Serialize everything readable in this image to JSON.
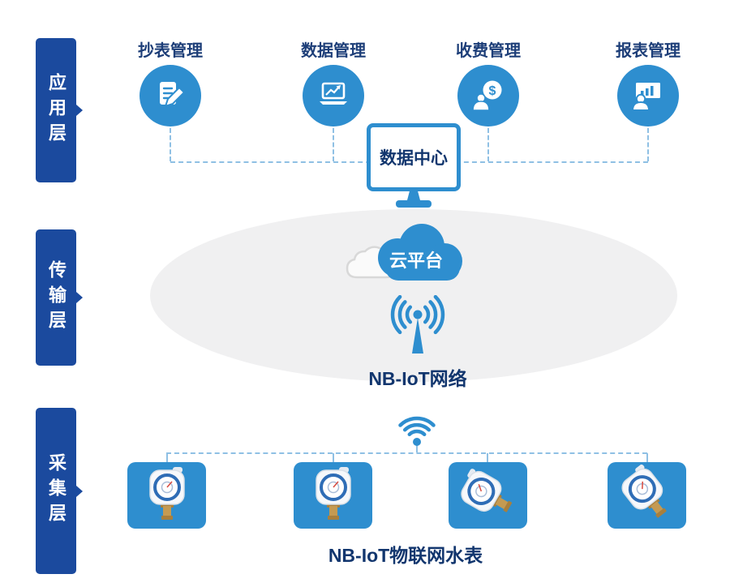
{
  "layers": [
    {
      "label": "应用层"
    },
    {
      "label": "传输层"
    },
    {
      "label": "采集层"
    }
  ],
  "applications": [
    {
      "label": "抄表管理",
      "icon": "document-pencil-icon"
    },
    {
      "label": "数据管理",
      "icon": "laptop-chart-icon"
    },
    {
      "label": "收费管理",
      "icon": "money-person-icon",
      "symbol": "$"
    },
    {
      "label": "报表管理",
      "icon": "presentation-chart-icon"
    }
  ],
  "data_center": {
    "label": "数据中心"
  },
  "transport": {
    "cloud_label": "云平台",
    "network_label": "NB-IoT网络"
  },
  "collection": {
    "caption": "NB-IoT物联网水表",
    "meter_count": 4
  },
  "colors": {
    "layer_tab_blue": "#1b4a9e",
    "accent_blue": "#2e8ecf",
    "text_navy": "#12366e",
    "dash_blue": "#8fc0e4",
    "ellipse_gray": "#f0f0f1",
    "brass": "#c49a52"
  }
}
